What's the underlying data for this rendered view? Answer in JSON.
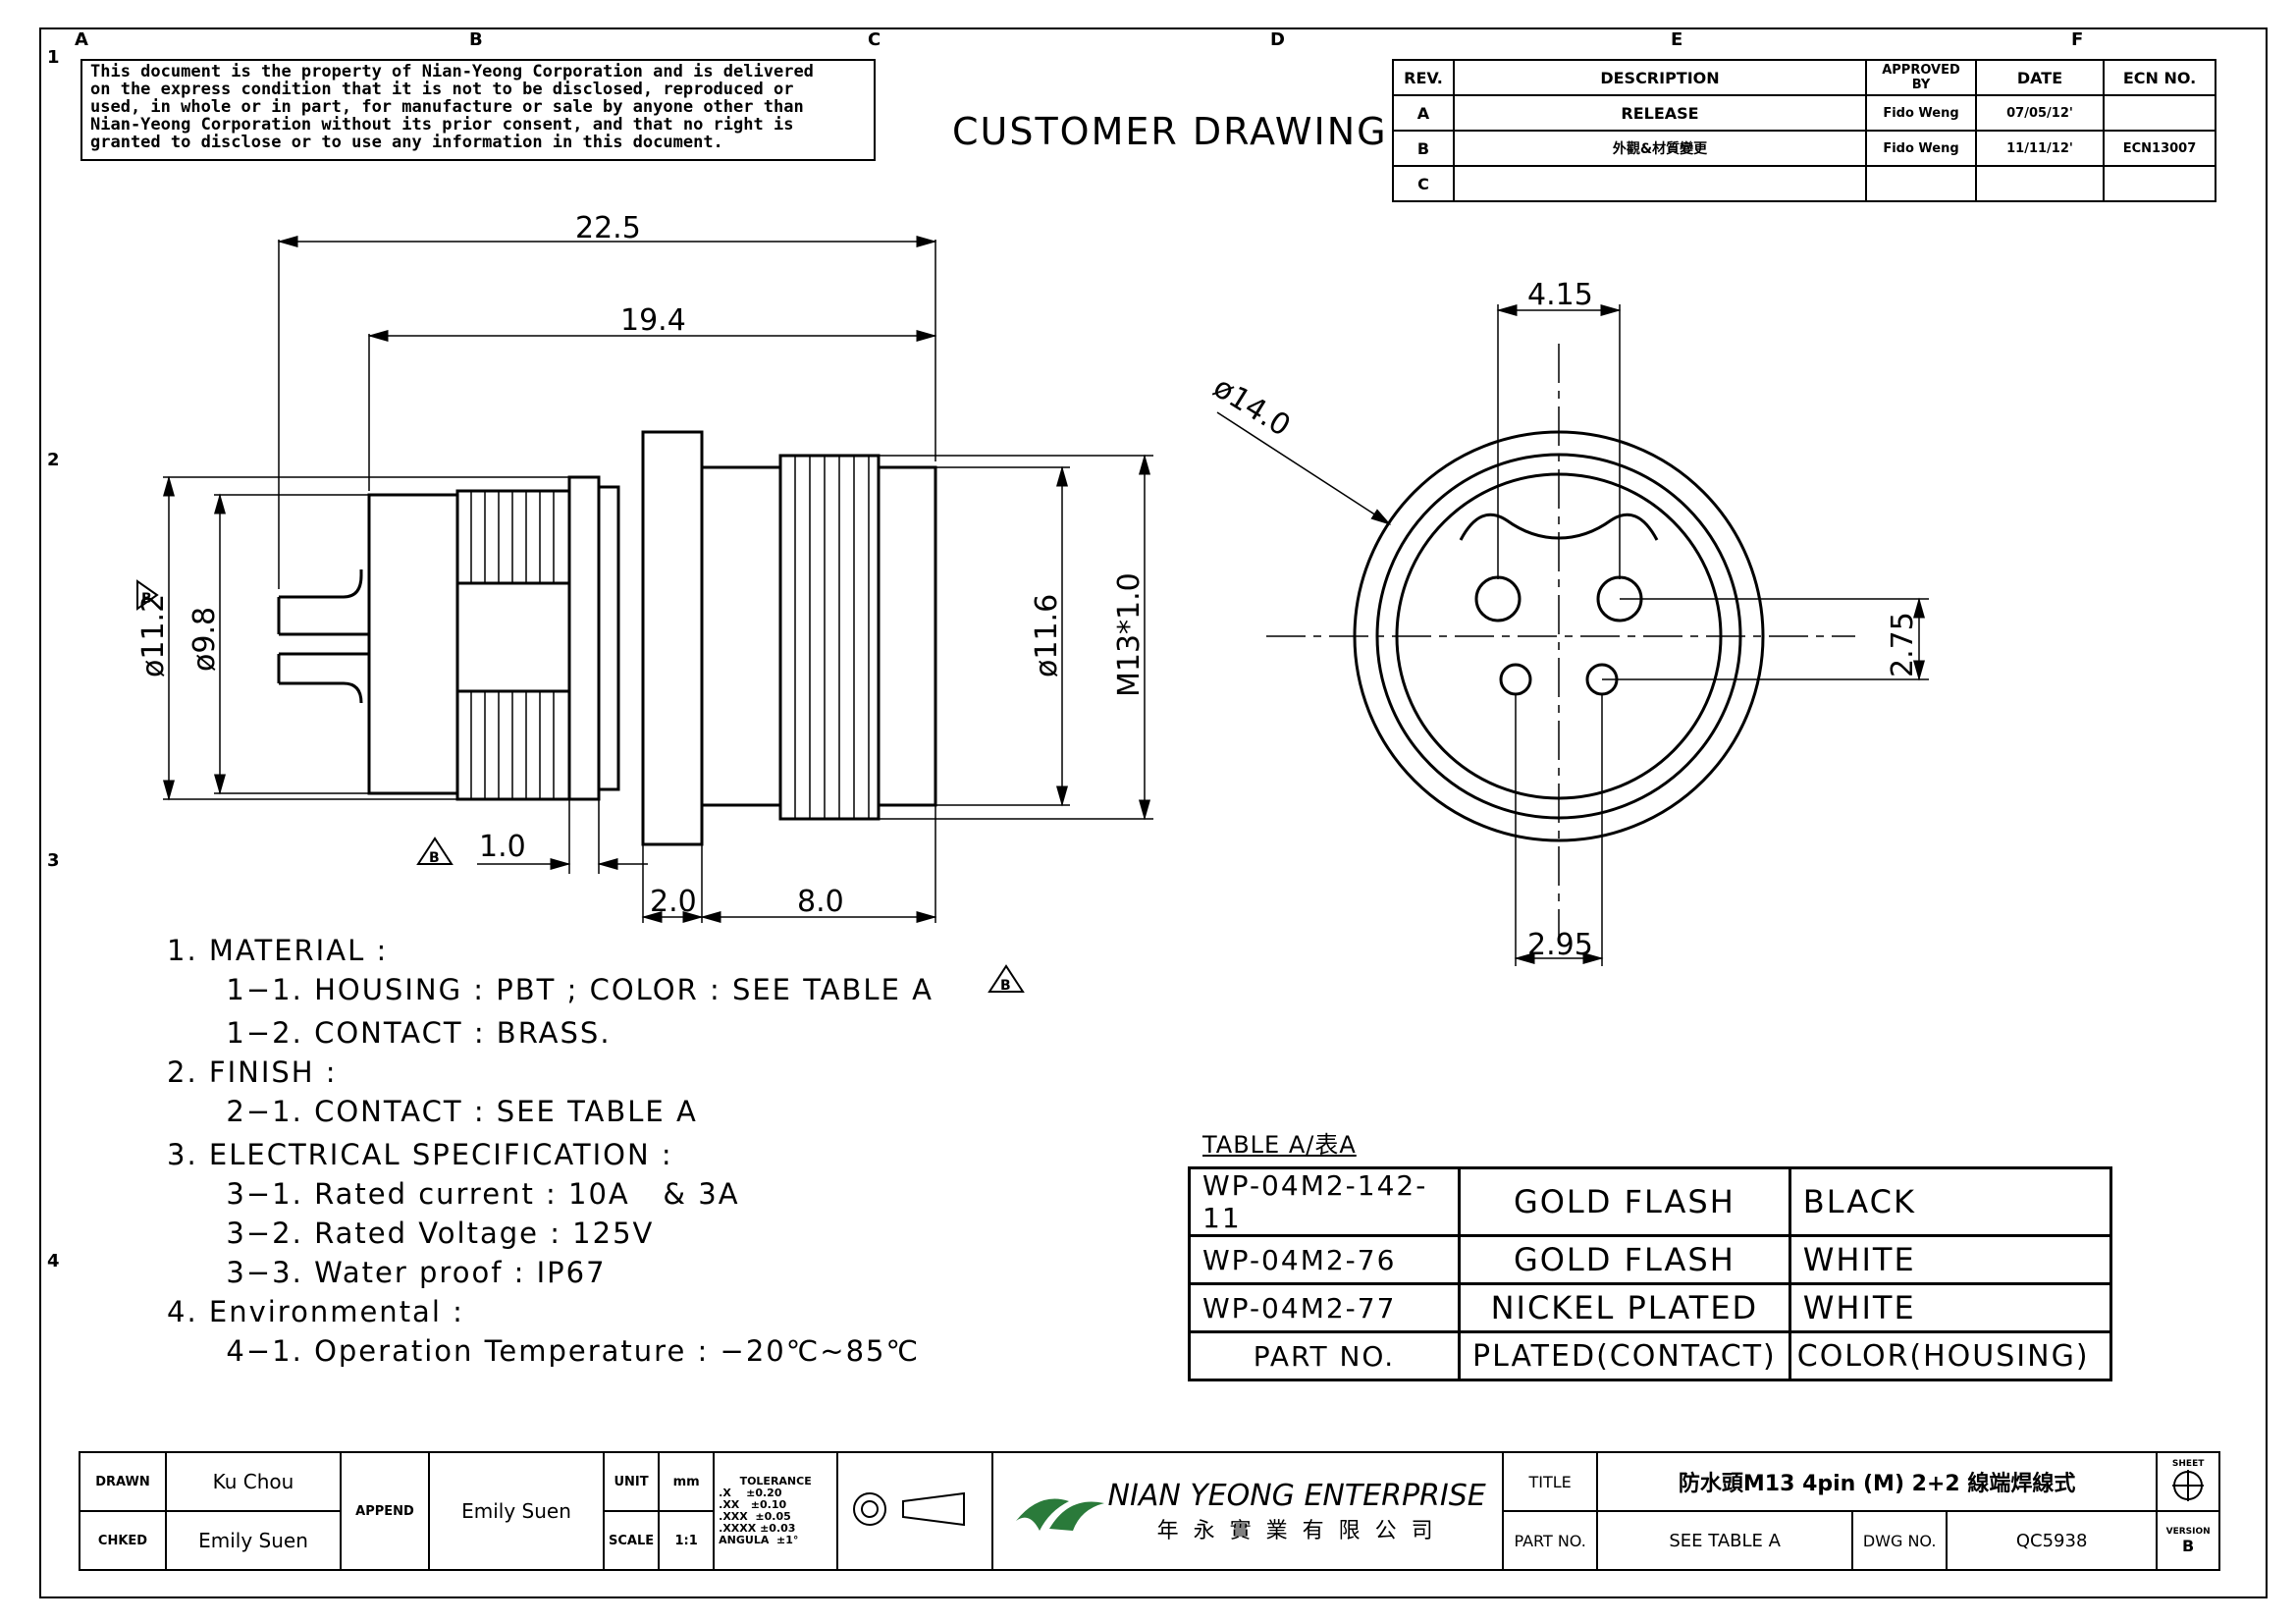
{
  "notice": {
    "line1": "This document is the property of Nian-Yeong Corporation and is delivered",
    "line2": "on  the  express condition that it is not to be disclosed, reproduced or",
    "line3": "used, in whole or in part, for manufacture or sale by anyone other than",
    "line4": "Nian-Yeong Corporation without  its prior consent, and that  no right  is",
    "line5": "granted to disclose or to use any information in this  document."
  },
  "title": "CUSTOMER DRAWING",
  "zones": {
    "cols": [
      "A",
      "B",
      "C",
      "D",
      "E",
      "F"
    ],
    "rows": [
      "1",
      "2",
      "3",
      "4"
    ]
  },
  "revision_table": {
    "headers": [
      "REV.",
      "DESCRIPTION",
      "APPROVED BY",
      "DATE",
      "ECN NO."
    ],
    "rows": [
      [
        "A",
        "RELEASE",
        "Fido Weng",
        "07/05/12'",
        ""
      ],
      [
        "B",
        "外觀&材質變更",
        "Fido Weng",
        "11/11/12'",
        "ECN13007"
      ],
      [
        "C",
        "",
        "",
        "",
        ""
      ]
    ]
  },
  "dimensions": {
    "d_22_5": "22.5",
    "d_19_4": "19.4",
    "d_11_2": "ø11.2",
    "d_9_8": "ø9.8",
    "d_11_6": "ø11.6",
    "d_m13": "M13*1.0",
    "d_1_0": "1.0",
    "d_2_0": "2.0",
    "d_8_0": "8.0",
    "d_4_15": "4.15",
    "d_14_0": "ø14.0",
    "d_2_75": "2.75",
    "d_2_95": "2.95",
    "rev_b": "B"
  },
  "notes": [
    "1. MATERIAL :",
    "  1−1. HOUSING : PBT ; COLOR : SEE TABLE A",
    "  1−2. CONTACT : BRASS.",
    "2. FINISH :",
    "  2−1. CONTACT : SEE TABLE A",
    "3. ELECTRICAL SPECIFICATION :",
    "  3−1. Rated current : 10A   & 3A",
    "  3−2. Rated Voltage : 125V",
    "  3−3. Water proof : IP67",
    "4. Environmental :",
    "  4−1. Operation Temperature : −20℃~85℃"
  ],
  "table_a": {
    "title": "TABLE A/表A",
    "rows": [
      [
        "WP-04M2-142-11",
        "GOLD FLASH",
        "BLACK"
      ],
      [
        "WP-04M2-76",
        "GOLD FLASH",
        "WHITE"
      ],
      [
        "WP-04M2-77",
        "NICKEL PLATED",
        "WHITE"
      ],
      [
        "PART NO.",
        "PLATED(CONTACT)",
        "COLOR(HOUSING)"
      ]
    ]
  },
  "title_block": {
    "drawn_label": "DRAWN",
    "drawn": "Ku Chou",
    "checked_label": "CHKED",
    "checked": "Emily Suen",
    "append_label": "APPEND",
    "append": "Emily Suen",
    "unit_label": "UNIT",
    "unit": "mm",
    "scale_label": "SCALE",
    "scale": "1:1",
    "tolerance_label": "TOLERANCE",
    "tol1": ".X    ±0.20",
    "tol2": ".XX   ±0.10",
    "tol3": ".XXX  ±0.05",
    "tol4": ".XXXX ±0.03",
    "tol5": "ANGULA  ±1°",
    "company": "NIAN YEONG ENTERPRISE",
    "company_cn": "年 永 實 業 有 限 公 司",
    "title_label": "TITLE",
    "title": "防水頭M13 4pin (M) 2+2 線端焊線式",
    "partno_label": "PART NO.",
    "partno": "SEE TABLE A",
    "dwgno_label": "DWG NO.",
    "dwgno": "QC5938",
    "sheet_label": "SHEET",
    "version_label": "VERSION",
    "version": "B"
  }
}
